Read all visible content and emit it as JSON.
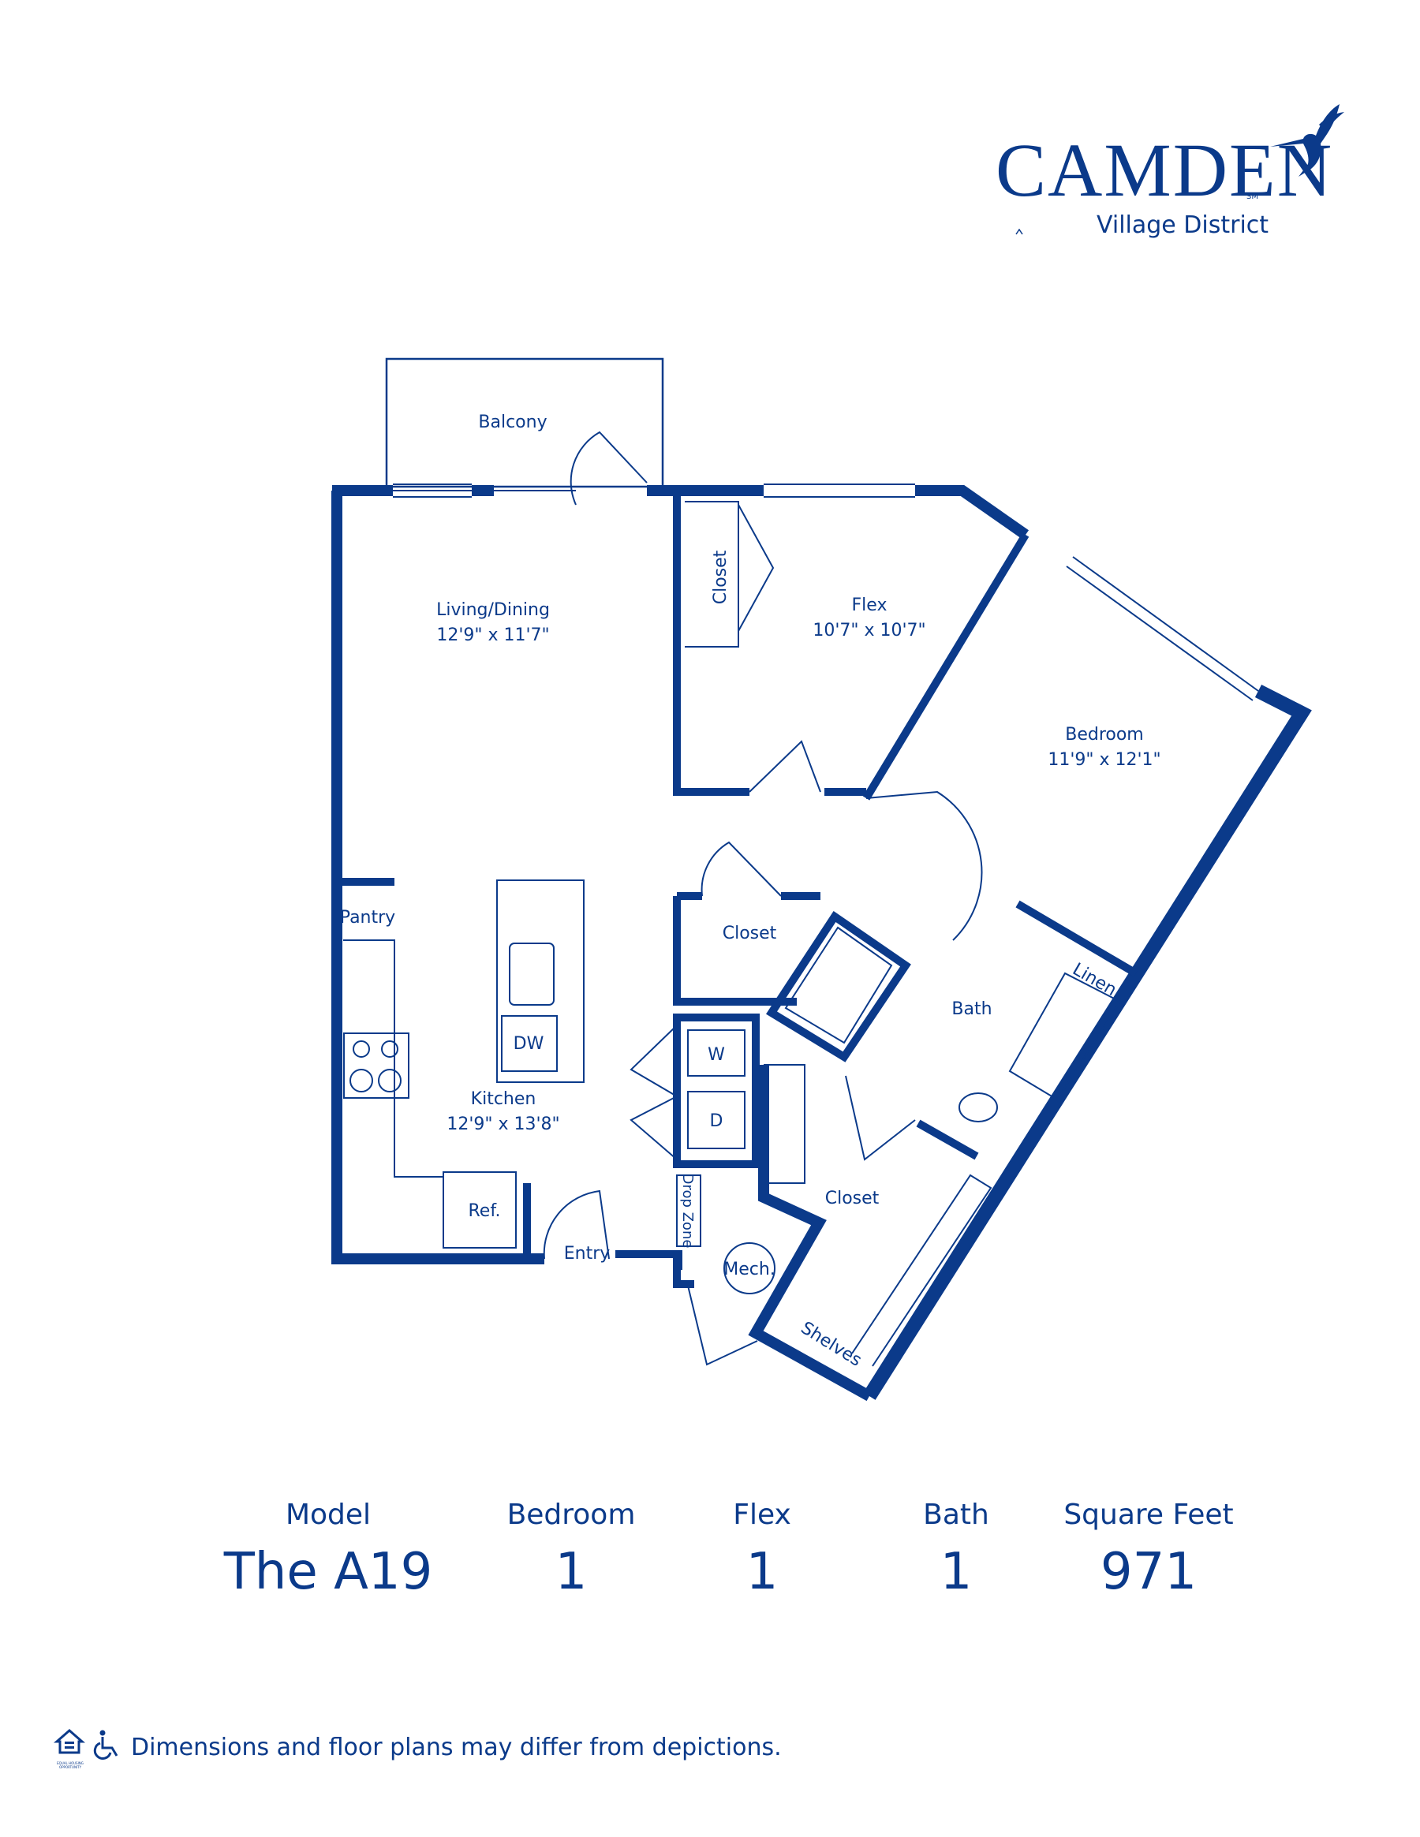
{
  "brand": {
    "name": "CAMDEN",
    "sm": "SM",
    "community": "Village District"
  },
  "rooms": {
    "balcony": "Balcony",
    "living": "Living/Dining",
    "living_dim": "12'9\" x 11'7\"",
    "closet_flex": "Closet",
    "flex": "Flex",
    "flex_dim": "10'7\" x 10'7\"",
    "bedroom": "Bedroom",
    "bedroom_dim": "11'9\" x 12'1\"",
    "pantry": "Pantry",
    "closet_hall": "Closet",
    "dw": "DW",
    "bath": "Bath",
    "linen": "Linen",
    "washer": "W",
    "dryer": "D",
    "kitchen": "Kitchen",
    "kitchen_dim": "12'9\" x 13'8\"",
    "closet_bed": "Closet",
    "ref": "Ref.",
    "drop_zone": "Drop Zone",
    "entry": "Entry",
    "mech": "Mech.",
    "shelves": "Shelves"
  },
  "stats": {
    "model_label": "Model",
    "model_value": "The A19",
    "bedroom_label": "Bedroom",
    "bedroom_value": "1",
    "flex_label": "Flex",
    "flex_value": "1",
    "bath_label": "Bath",
    "bath_value": "1",
    "sqft_label": "Square Feet",
    "sqft_value": "971"
  },
  "footer": {
    "disclaimer": "Dimensions and floor plans may differ from depictions.",
    "eho_text": "EQUAL HOUSING OPPORTUNITY"
  },
  "colors": {
    "brand_blue": "#0b3a8a",
    "wall": "#0b3a8a"
  },
  "icons": [
    "hummingbird-icon",
    "equal-housing-icon",
    "wheelchair-icon"
  ]
}
